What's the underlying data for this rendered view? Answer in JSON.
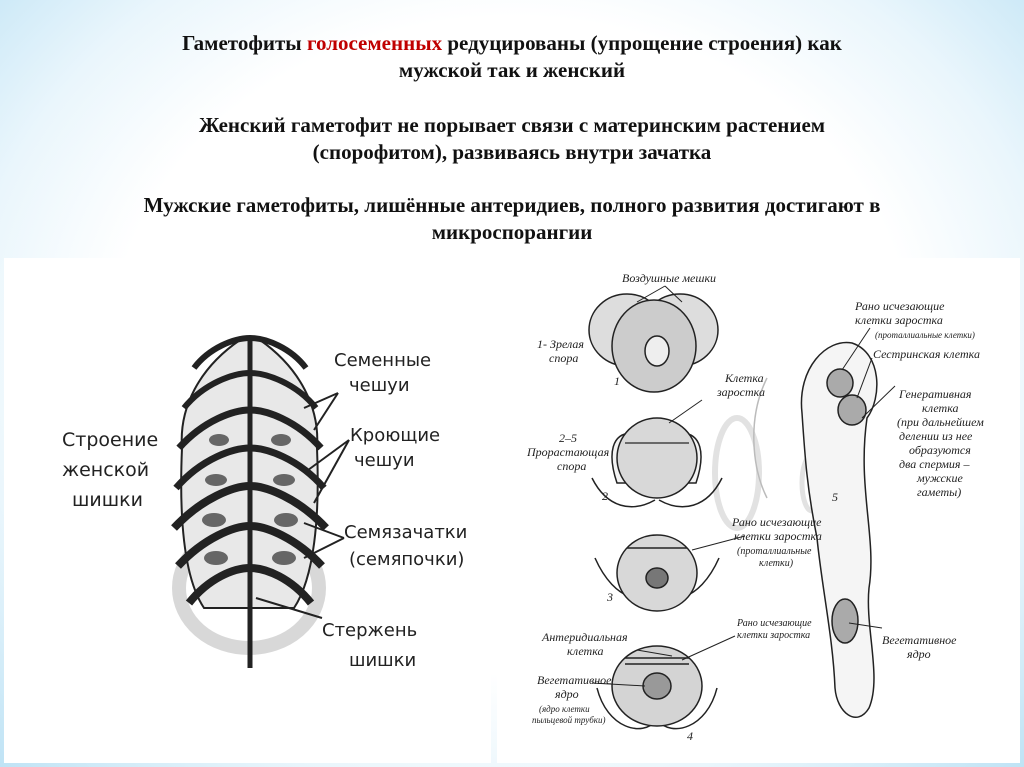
{
  "text": {
    "line1_a": "Гаметофиты ",
    "line1_highlight": "голосеменных",
    "line1_b": " редуцированы (упрощение строения) как",
    "line2": "мужской так и женский",
    "line3": "Женский гаметофит не порывает связи с материнским растением",
    "line4": "(спорофитом), развиваясь внутри зачатка",
    "line5": "Мужские гаметофиты, лишённые антеридиев, полного развития достигают в",
    "line6": "микроспорангии"
  },
  "left_diagram": {
    "title_lines": [
      "Строение",
      "женской",
      "шишки"
    ],
    "seed_scales": [
      "Семенные",
      "чешуи"
    ],
    "cover_scales": [
      "Кроющие",
      "чешуи"
    ],
    "ovules": [
      "Семязачатки",
      "(семяпочки)"
    ],
    "axis": [
      "Стержень",
      "шишки"
    ]
  },
  "right_diagram": {
    "air_sacs": "Воздушные мешки",
    "mature_spore": [
      "1- Зрелая",
      "спора"
    ],
    "num1": "1",
    "prothallus_cell": [
      "Клетка",
      "заростка"
    ],
    "germinating": [
      "2–5",
      "Прорастающая",
      "спора"
    ],
    "num2": "2",
    "early_vanishing_1": [
      "Рано исчезающие",
      "клетки заростка",
      "(проталлиальные",
      "клетки)"
    ],
    "num3": "3",
    "antheridial": [
      "Антеридиальная",
      "клетка"
    ],
    "early_vanishing_2": [
      "Рано исчезающие",
      "клетки заростка"
    ],
    "vegetative_4": [
      "Вегетативное",
      "ядро",
      "(ядро клетки",
      "пыльцевой трубки)"
    ],
    "num4": "4",
    "early_vanishing_top": [
      "Рано исчезающие",
      "клетки заростка",
      "(проталлиальные клетки)"
    ],
    "sister_cell": "Сестринская клетка",
    "generative": [
      "Генеративная",
      "клетка",
      "(при дальнейшем",
      "делении из нее",
      "образуются",
      "два спермия –",
      "мужские",
      "гаметы)"
    ],
    "num5": "5",
    "vegetative_5": [
      "Вегетативное",
      "ядро"
    ]
  }
}
